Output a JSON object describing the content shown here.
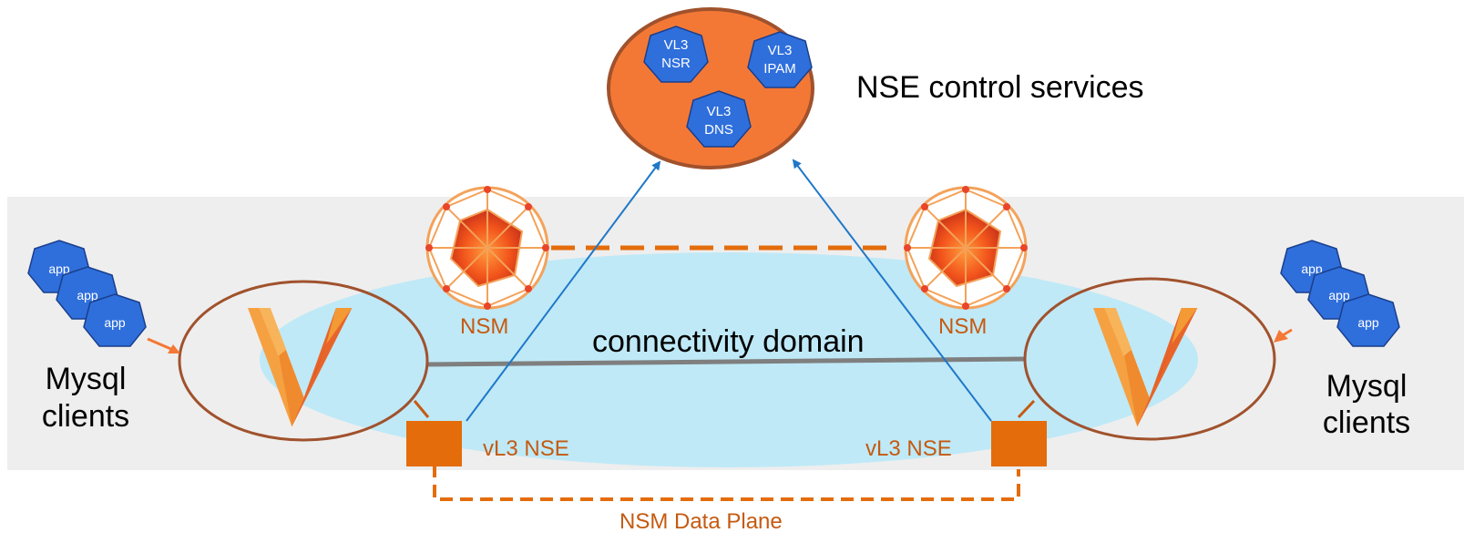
{
  "control_services": {
    "label": "NSE control services",
    "services": [
      {
        "line1": "VL3",
        "line2": "NSR"
      },
      {
        "line1": "VL3",
        "line2": "IPAM"
      },
      {
        "line1": "VL3",
        "line2": "DNS"
      }
    ]
  },
  "connectivity_domain": {
    "label": "connectivity domain"
  },
  "clusters": [
    {
      "nsm_label": "NSM",
      "nse_label": "vL3 NSE",
      "clients_line1": "Mysql",
      "clients_line2": "clients",
      "apps": [
        "app",
        "app",
        "app"
      ]
    },
    {
      "nsm_label": "NSM",
      "nse_label": "vL3 NSE",
      "clients_line1": "Mysql",
      "clients_line2": "clients",
      "apps": [
        "app",
        "app",
        "app"
      ]
    }
  ],
  "data_plane": {
    "label": "NSM Data Plane"
  },
  "colors": {
    "band": "#eeeeee",
    "domain_ellipse": "#bfe9f7",
    "control_fill": "#f47835",
    "control_border": "#a0522d",
    "service_hex": "#2f6fdc",
    "nsm_text": "#c55a11",
    "nse_box": "#e46c0a",
    "arrow": "#1f78c8",
    "dashed": "#e46c0a",
    "connector": "#7f7f7f"
  },
  "icons": {
    "nsm_node": "geodesic-sphere-icon",
    "nse_logo": "v-logo-icon",
    "app": "hexagon-icon"
  }
}
